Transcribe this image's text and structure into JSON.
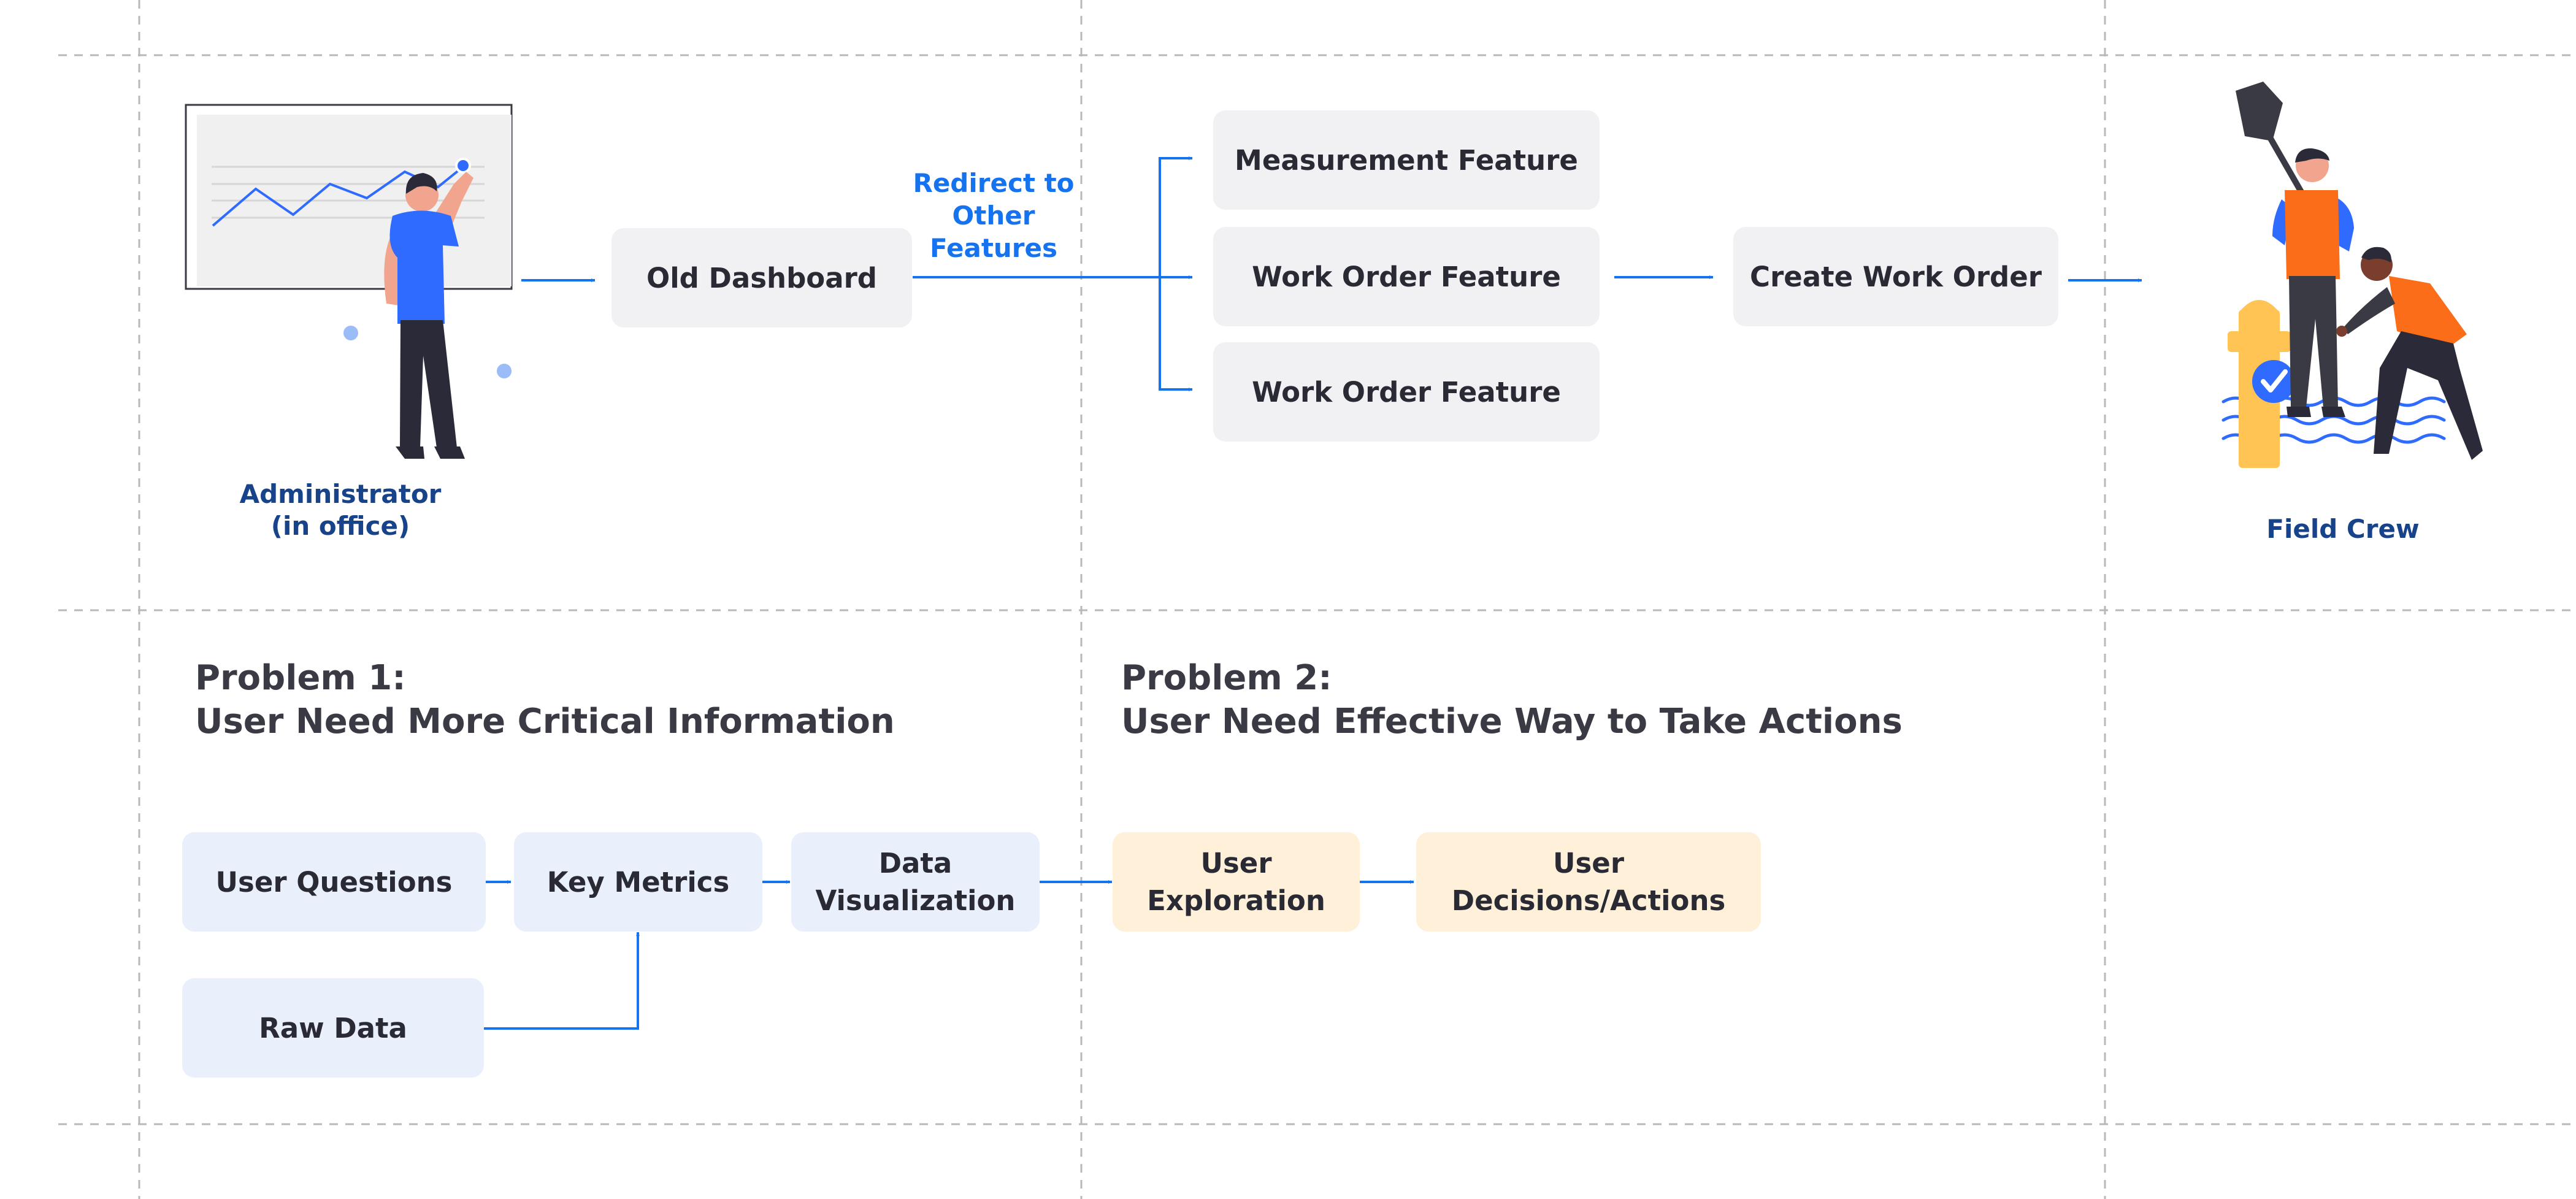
{
  "colors": {
    "flow_blue": "#1673f0",
    "label_navy": "#17438a",
    "box_gray": "#f1f1f4",
    "box_blue": "#e9f0fb",
    "box_amber": "#fff0d9",
    "grid_dash": "#b8b8b8",
    "shirt_blue": "#2f6bff",
    "vest_orange": "#fb6d18",
    "hydrant_yellow": "#ffc454"
  },
  "icons": [
    "administrator-chart-illustration",
    "field-crew-illustration",
    "checkmark-badge-icon"
  ],
  "actors": {
    "administrator": "Administrator\n(in office)",
    "field_crew": "Field Crew"
  },
  "top_flow": {
    "old_dashboard": "Old Dashboard",
    "redirect_label": "Redirect to\nOther\nFeatures",
    "features": [
      "Measurement Feature",
      "Work Order Feature",
      "Work Order Feature"
    ],
    "create_work_order": "Create Work Order"
  },
  "problems": {
    "problem1_heading": "Problem 1:\nUser Need More Critical Information",
    "problem2_heading": "Problem 2:\nUser Need Effective Way to Take Actions"
  },
  "bottom_flow": {
    "user_questions": "User Questions",
    "key_metrics": "Key Metrics",
    "data_visualization": "Data\nVisualization",
    "raw_data": "Raw Data",
    "user_exploration": "User\nExploration",
    "user_decisions": "User\nDecisions/Actions"
  }
}
